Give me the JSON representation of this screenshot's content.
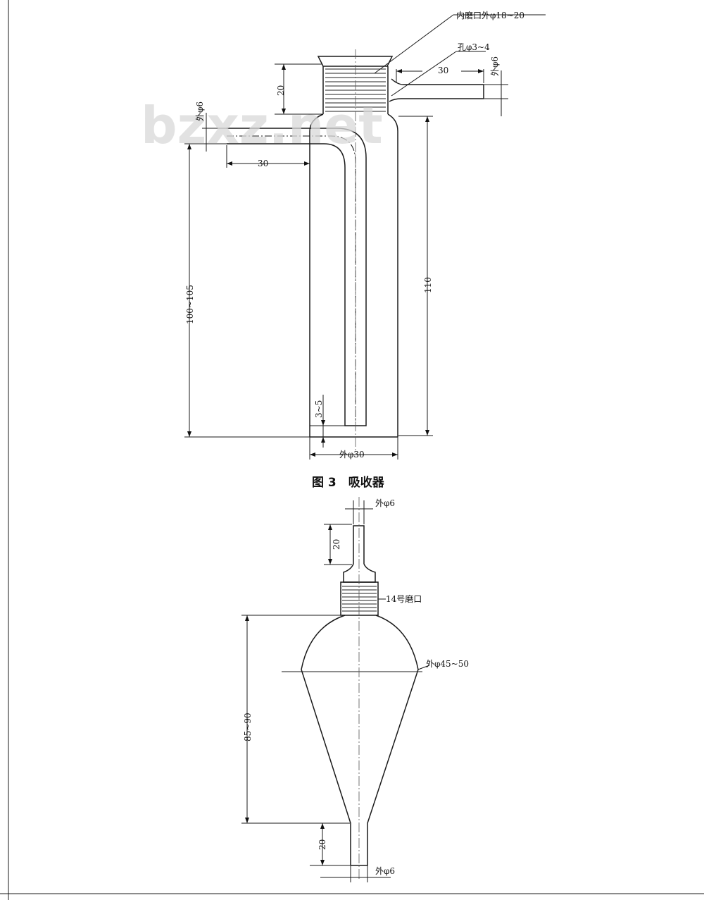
{
  "watermark": "bzxz.net",
  "figure3": {
    "caption": "图 3　吸收器",
    "labels": {
      "grind_mouth": "内磨口外φ18~20",
      "hole": "孔φ3~4",
      "side_tube_len": "30",
      "side_tube_od": "外φ6",
      "neck_height": "20",
      "inlet_od": "外φ6",
      "inlet_len": "30",
      "tube_height": "100~105",
      "body_height": "110",
      "gap": "3~5",
      "body_od": "外φ30"
    }
  },
  "figure4": {
    "labels": {
      "top_od": "外φ6",
      "top_len": "20",
      "grind": "14号磨口",
      "bulb_od": "外φ45~50",
      "height": "85~90",
      "bottom_len": "20",
      "bottom_od": "外φ6"
    }
  }
}
